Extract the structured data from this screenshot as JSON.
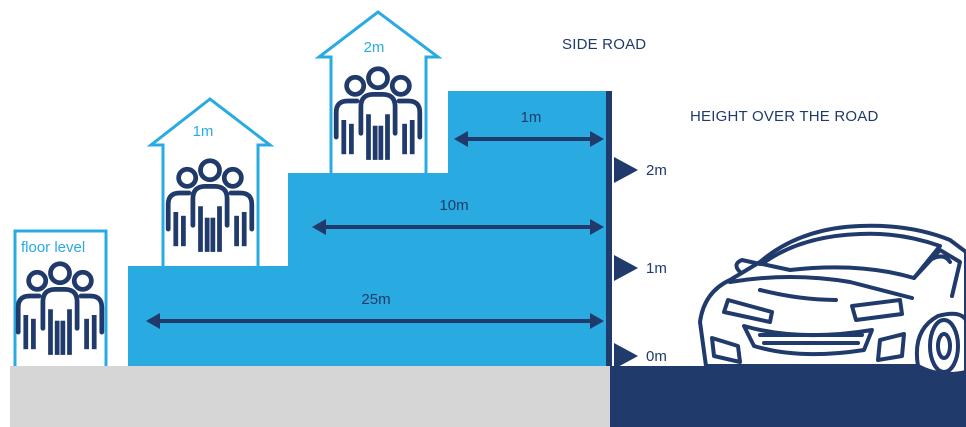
{
  "labels": {
    "side_road": "SIDE ROAD",
    "height_over_road": "HEIGHT OVER THE ROAD",
    "floor_level": "floor level",
    "house_1": "1m",
    "house_2": "2m",
    "height_2": "2m",
    "height_1": "1m",
    "height_0": "0m",
    "dist_1": "1m",
    "dist_10": "10m",
    "dist_25": "25m"
  },
  "colors": {
    "step_blue": "#29abe2",
    "navy": "#1f3a6b",
    "ground_gray": "#d6d6d6",
    "white": "#ffffff"
  },
  "icons": [
    "people-group-icon",
    "house-outline-icon",
    "car-icon",
    "height-marker-icon",
    "distance-arrow-icon"
  ]
}
